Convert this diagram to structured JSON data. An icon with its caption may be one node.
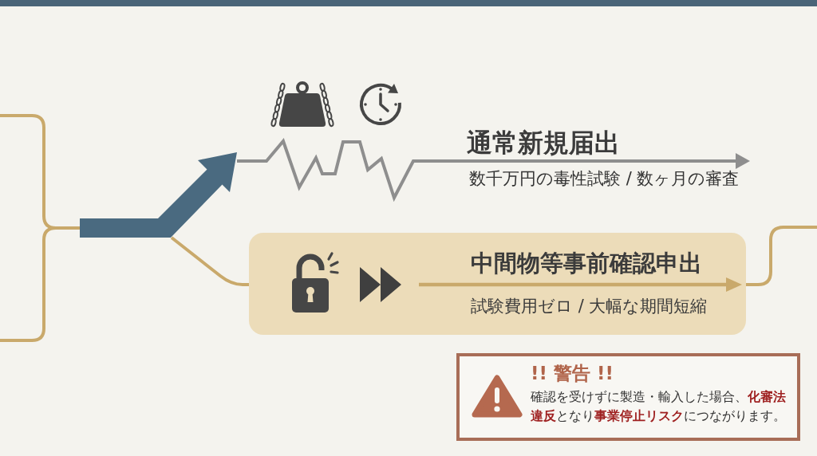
{
  "diagram": {
    "nodes": [
      {
        "text": [],
        "shape": "arrow"
      },
      {
        "text": [
          "通常新規届出",
          "数千万円の毒性試験 / 数ヶ月の審査"
        ]
      },
      {
        "text": [
          "中間物等事前確認申出",
          "試験費用ゼロ / 大幅な期間短縮"
        ]
      },
      {
        "text": [
          "!! 警告 !!",
          "確認を受けずに製造・輸入した場合、**化審法違反**となり**事業停止リスク**につながります。"
        ]
      }
    ],
    "edges": [
      {
        "from": null,
        "to": 0,
        "arrow": "none"
      },
      {
        "from": null,
        "to": 0,
        "arrow": "none"
      },
      {
        "from": 0,
        "to": 1,
        "arrow": "to",
        "color": "#8e8e8e"
      },
      {
        "from": 0,
        "to": 2,
        "arrow": "none"
      },
      {
        "from": 2,
        "to": null,
        "arrow": "none"
      }
    ]
  }
}
